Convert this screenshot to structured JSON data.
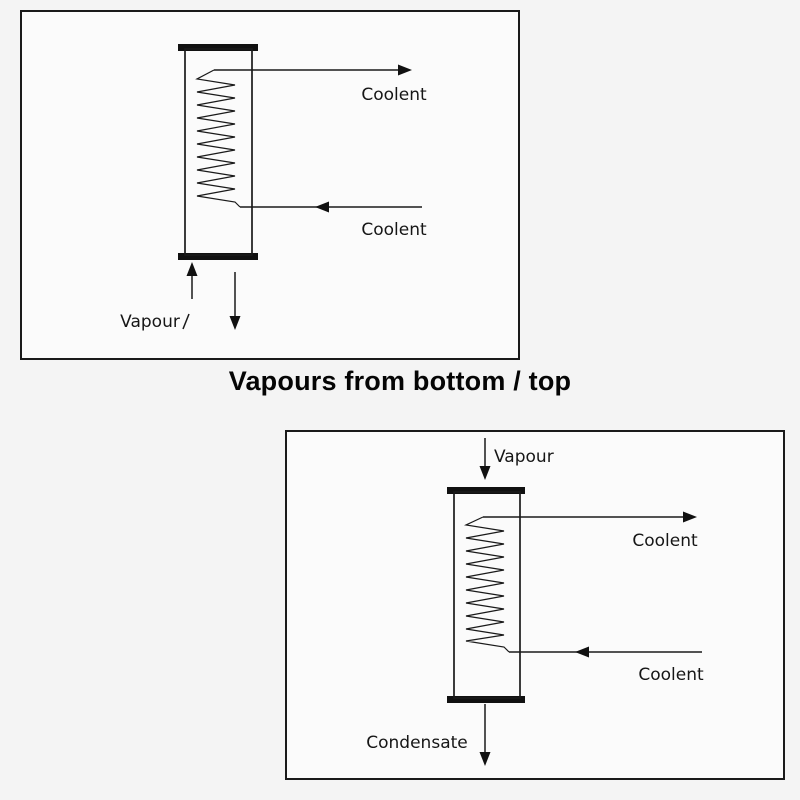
{
  "page": {
    "background_color": "#f4f4f4",
    "panel_background_color": "#fbfbfb",
    "line_color": "#1a1a1a"
  },
  "title": "Vapours from bottom / top",
  "top_diagram": {
    "coolant_out": "Coolent",
    "coolant_in": "Coolent",
    "vapour": "Vapour"
  },
  "bottom_diagram": {
    "vapour": "Vapour",
    "coolant_out": "Coolent",
    "coolant_in": "Coolent",
    "condensate": "Condensate"
  }
}
